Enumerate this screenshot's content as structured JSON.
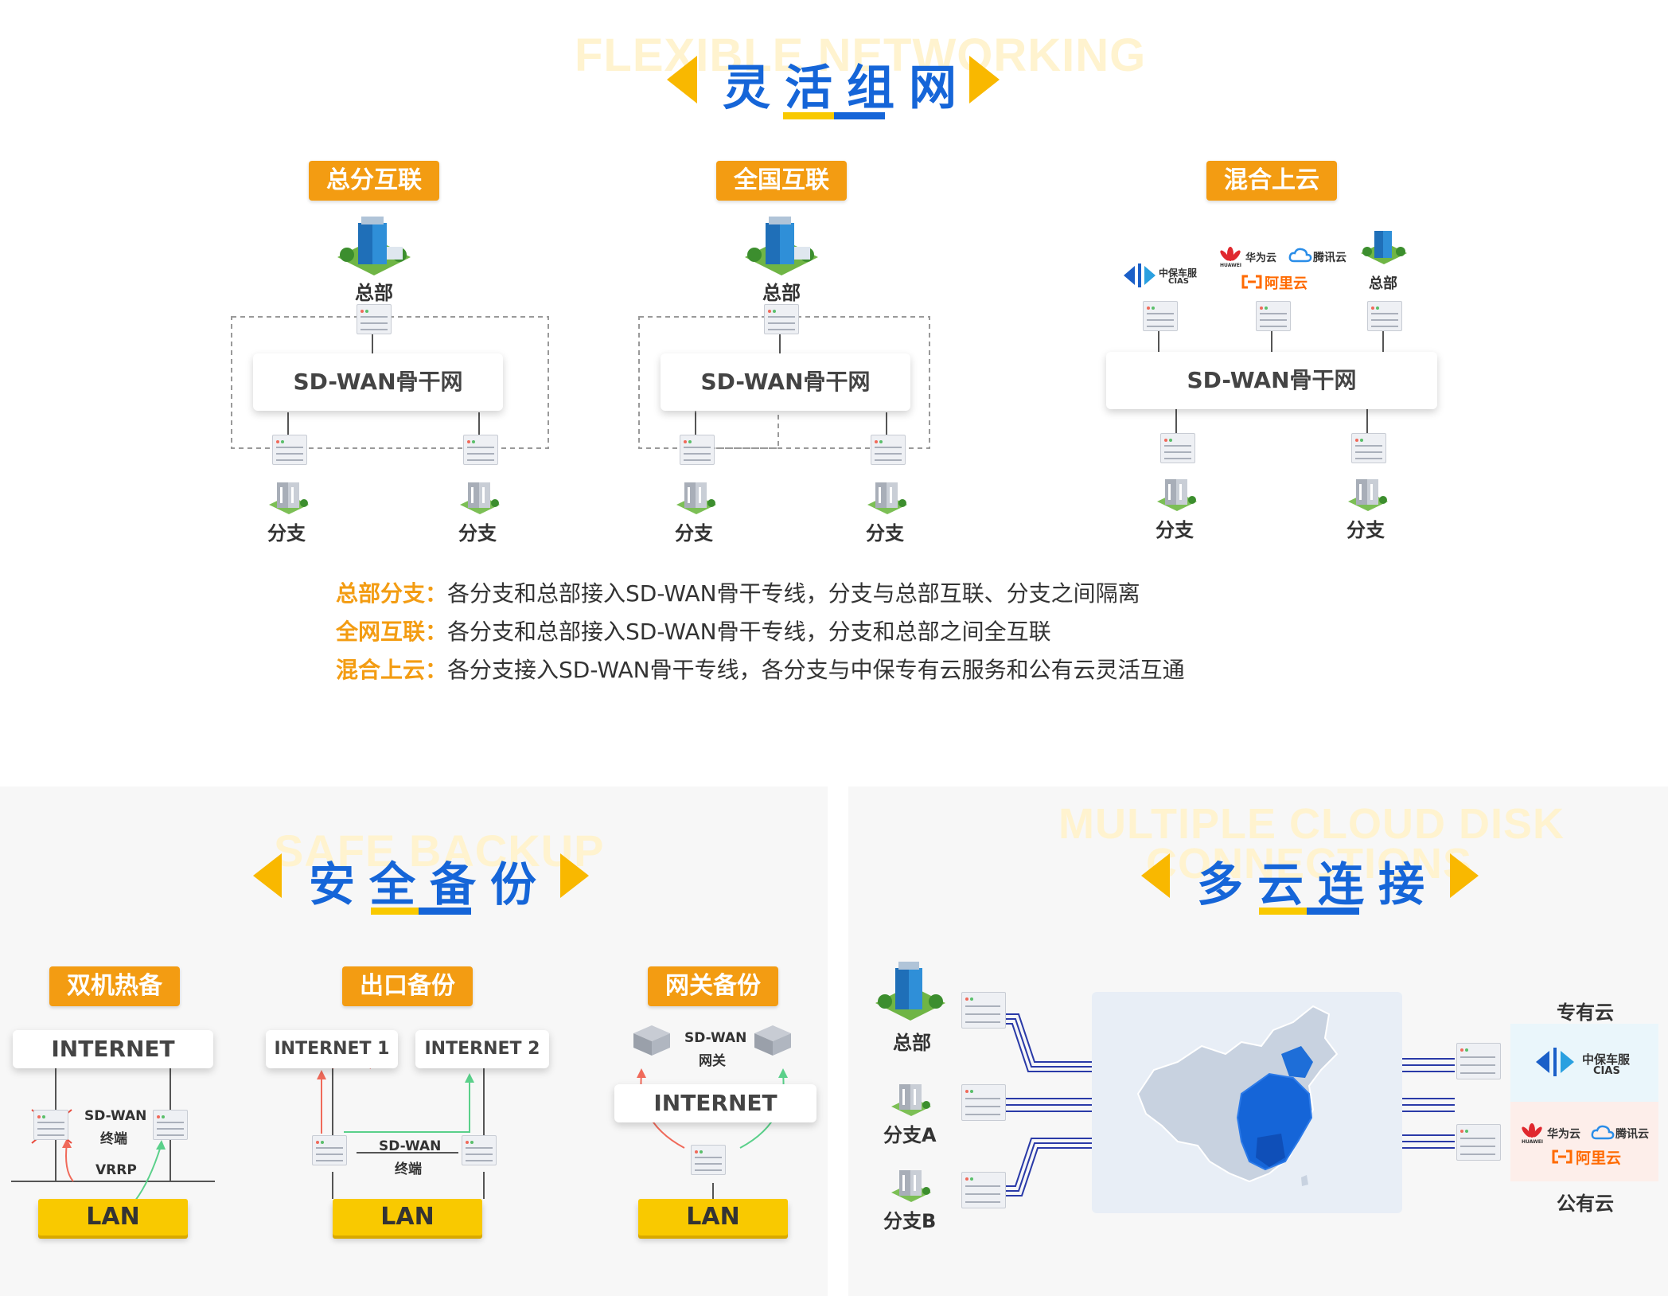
{
  "section1": {
    "ghost": "FLEXIBLE NETWORKING",
    "title": "灵活组网",
    "tags": [
      "总分互联",
      "全国互联",
      "混合上云"
    ],
    "hq_label": "总部",
    "branch_label": "分支",
    "backbone_label": "SD-WAN骨干网",
    "cloud_logos": {
      "cias_cn": "中保车服",
      "cias_en": "CIAS",
      "huawei": "华为云",
      "huawei_en": "HUAWEI",
      "tencent": "腾讯云",
      "aliyun": "阿里云"
    },
    "descriptions": [
      {
        "key": "总部分支：",
        "text": "各分支和总部接入SD-WAN骨干专线，分支与总部互联、分支之间隔离"
      },
      {
        "key": "全网互联：",
        "text": "各分支和总部接入SD-WAN骨干专线，分支和总部之间全互联"
      },
      {
        "key": "混合上云：",
        "text": "各分支接入SD-WAN骨干专线，各分支与中保专有云服务和公有云灵活互通"
      }
    ]
  },
  "section2": {
    "ghost": "SAFE BACKUP",
    "title": "安全备份",
    "tags": [
      "双机热备",
      "出口备份",
      "网关备份"
    ],
    "internet": "INTERNET",
    "internet1": "INTERNET 1",
    "internet2": "INTERNET 2",
    "sdwan": "SD-WAN",
    "terminal": "终端",
    "vrrp": "VRRP",
    "gateway": "网关",
    "lan": "LAN"
  },
  "section3": {
    "ghost_line1": "MULTIPLE CLOUD DISK",
    "ghost_line2": "CONNECTIONS",
    "title": "多云连接",
    "hq": "总部",
    "branch_a": "分支A",
    "branch_b": "分支B",
    "private_cloud": "专有云",
    "public_cloud": "公有云"
  },
  "colors": {
    "blue": "#1565d8",
    "orange": "#f39c12",
    "yellow": "#f9c900",
    "ghost": "#fff3cf"
  }
}
